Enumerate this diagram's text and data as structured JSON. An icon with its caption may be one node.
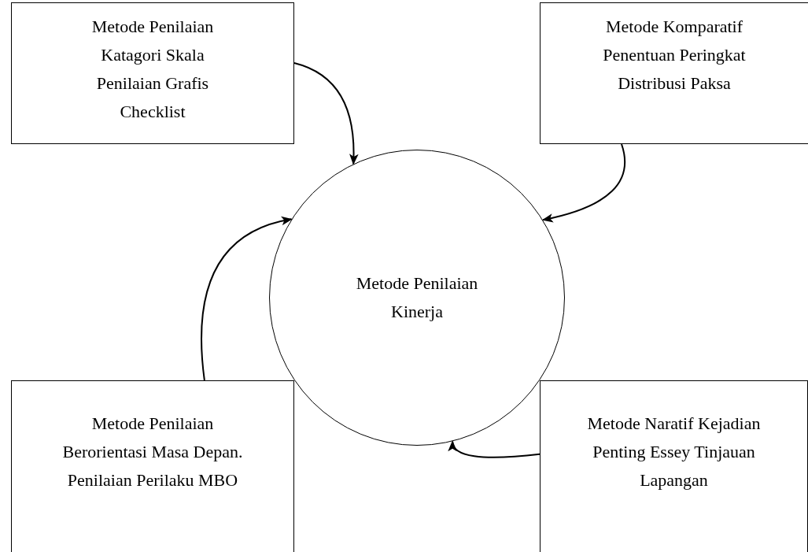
{
  "diagram": {
    "nodes": [
      {
        "text": [
          "Metode Penilaian Katagori Skala Penilaian Grafis Checklist"
        ]
      },
      {
        "text": [
          "Metode Komparatif Penentuan Peringkat Distribusi Paksa"
        ]
      },
      {
        "text": [
          "Metode Penilaian Kinerja"
        ]
      },
      {
        "text": [
          "Metode Penilaian Berorientasi Masa Depan. Penilaian Perilaku MBO"
        ]
      },
      {
        "text": [
          "Metode Naratif Kejadian Penting Essey Tinjauan Lapangan"
        ]
      }
    ],
    "edges": [
      {
        "from": 0,
        "to": 2,
        "arrow": "to"
      },
      {
        "from": 1,
        "to": 2,
        "arrow": "to"
      },
      {
        "from": 3,
        "to": 2,
        "arrow": "to"
      },
      {
        "from": 4,
        "to": 2,
        "arrow": "to"
      }
    ]
  }
}
